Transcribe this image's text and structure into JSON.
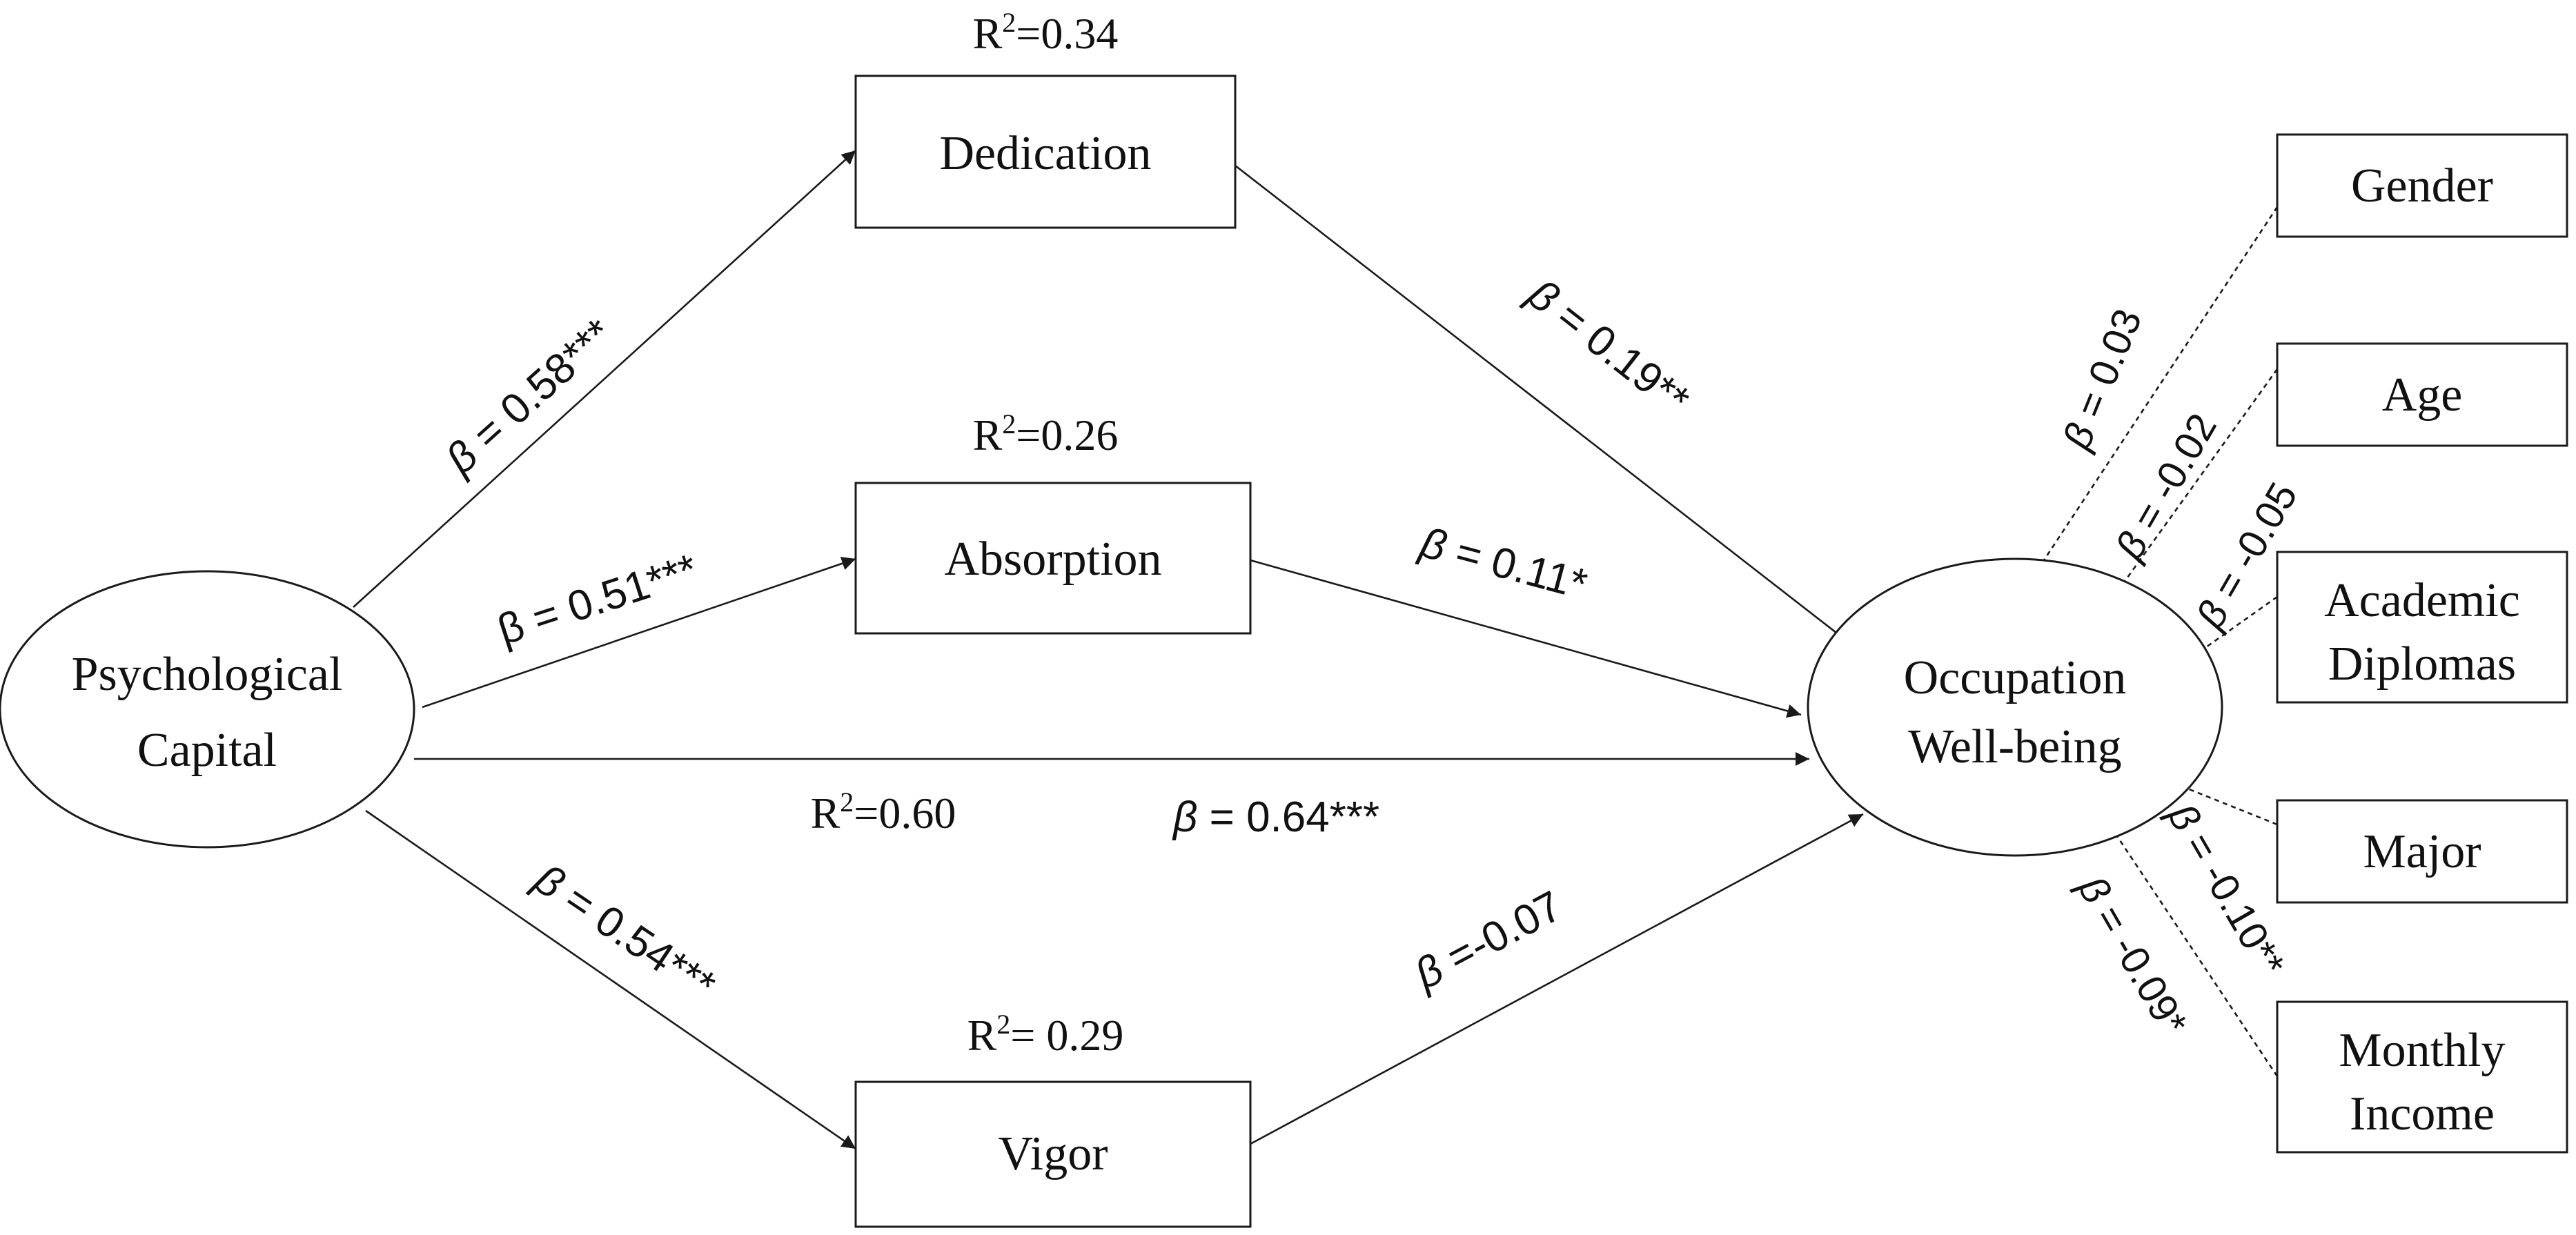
{
  "diagram": {
    "nodes": {
      "psychological_capital": [
        "Psychological",
        "Capital"
      ],
      "dedication": "Dedication",
      "absorption": "Absorption",
      "vigor": "Vigor",
      "occupation_wellbeing": [
        "Occupation",
        "Well-being"
      ],
      "gender": "Gender",
      "age": "Age",
      "academic_diplomas": [
        "Academic",
        "Diplomas"
      ],
      "major": "Major",
      "monthly_income": [
        "Monthly",
        "Income"
      ]
    },
    "r_squared": {
      "dedication": {
        "prefix": "R",
        "sup": "2",
        "value": "=0.34"
      },
      "absorption": {
        "prefix": "R",
        "sup": "2",
        "value": "=0.26"
      },
      "occupation": {
        "prefix": "R",
        "sup": "2",
        "value": "=0.60"
      },
      "vigor": {
        "prefix": "R",
        "sup": "2",
        "value": "= 0.29"
      }
    },
    "paths": {
      "pc_to_dedication": {
        "symbol": "β",
        "text": " = 0.58***"
      },
      "pc_to_absorption": {
        "symbol": "β",
        "text": " = 0.51***"
      },
      "pc_to_occupation": {
        "symbol": "β",
        "text": " = 0.64***"
      },
      "pc_to_vigor": {
        "symbol": "β",
        "text": " = 0.54***"
      },
      "dedication_to_occupation": {
        "symbol": "β",
        "text": " = 0.19**"
      },
      "absorption_to_occupation": {
        "symbol": "β",
        "text": " = 0.11*"
      },
      "vigor_to_occupation": {
        "symbol": "β",
        "text": " =-0.07"
      },
      "gender_to_occupation": {
        "symbol": "β",
        "text": " = 0.03"
      },
      "age_to_occupation": {
        "symbol": "β",
        "text": " = -0.02"
      },
      "diplomas_to_occupation": {
        "symbol": "β",
        "text": " = -0.05"
      },
      "major_to_occupation": {
        "symbol": "β",
        "text": " = -0.10**"
      },
      "income_to_occupation": {
        "symbol": "β",
        "text": " = -0.09*"
      }
    }
  }
}
